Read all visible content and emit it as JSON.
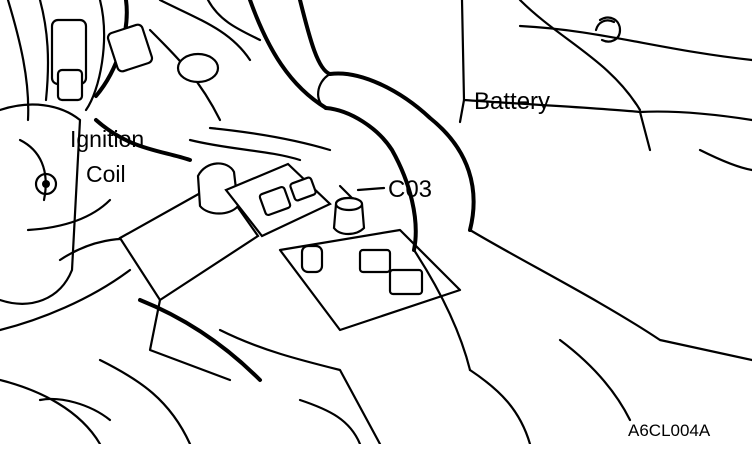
{
  "figure": {
    "labels": {
      "ignition_line1": "Ignition",
      "ignition_line2": "Coil",
      "battery": "Battery",
      "connector": "C03",
      "figure_code": "A6CL004A"
    }
  }
}
